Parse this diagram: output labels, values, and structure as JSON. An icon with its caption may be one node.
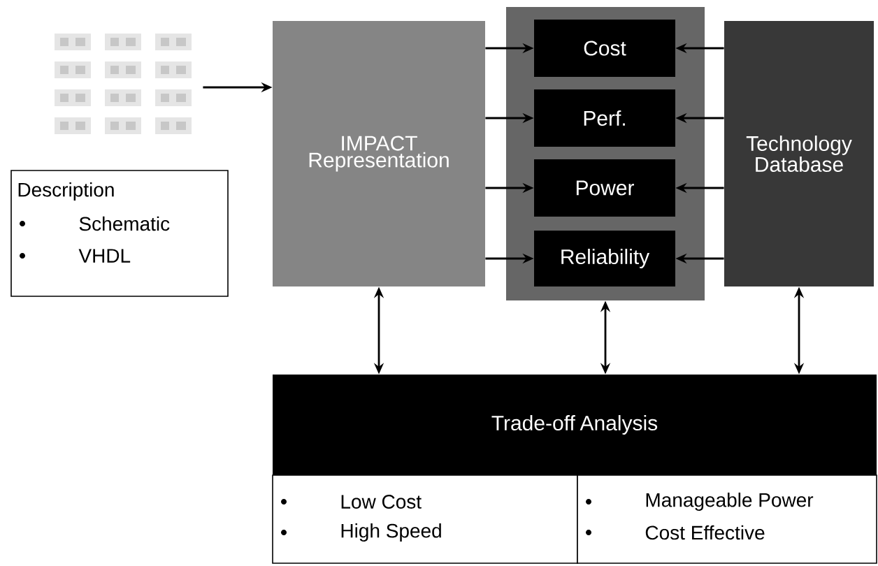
{
  "diagram": {
    "nodes": [
      {
        "text": [],
        "shape": "picture"
      },
      {
        "text": [
          "Description",
          "Schematic",
          "VHDL"
        ]
      },
      {
        "text": [
          "IMPACT Representation"
        ]
      },
      {
        "text": [],
        "shape": "box"
      },
      {
        "text": [
          "Cost"
        ],
        "in": 3
      },
      {
        "text": [
          "Perf."
        ],
        "in": 3
      },
      {
        "text": [
          "Power"
        ],
        "in": 3
      },
      {
        "text": [
          "Reliability"
        ],
        "in": 3
      },
      {
        "text": [
          "Technology Database"
        ]
      },
      {
        "text": [
          "Trade-off Analysis"
        ]
      },
      {
        "text": [
          "Low Cost",
          "High Speed"
        ]
      },
      {
        "text": [
          "Manageable Power",
          "Cost Effective"
        ]
      }
    ],
    "edges": [
      {
        "from": 0,
        "to": 2,
        "arrow": "to"
      },
      {
        "from": 2,
        "to": 4,
        "arrow": "to"
      },
      {
        "from": 2,
        "to": 5,
        "arrow": "to"
      },
      {
        "from": 2,
        "to": 6,
        "arrow": "to"
      },
      {
        "from": 2,
        "to": 7,
        "arrow": "to"
      },
      {
        "from": 8,
        "to": 4,
        "arrow": "to"
      },
      {
        "from": 8,
        "to": 5,
        "arrow": "to"
      },
      {
        "from": 8,
        "to": 6,
        "arrow": "to"
      },
      {
        "from": 8,
        "to": 7,
        "arrow": "to"
      },
      {
        "from": 2,
        "to": 9,
        "arrow": "both"
      },
      {
        "from": 3,
        "to": 9,
        "arrow": "both"
      },
      {
        "from": 8,
        "to": 9,
        "arrow": "both"
      }
    ]
  }
}
